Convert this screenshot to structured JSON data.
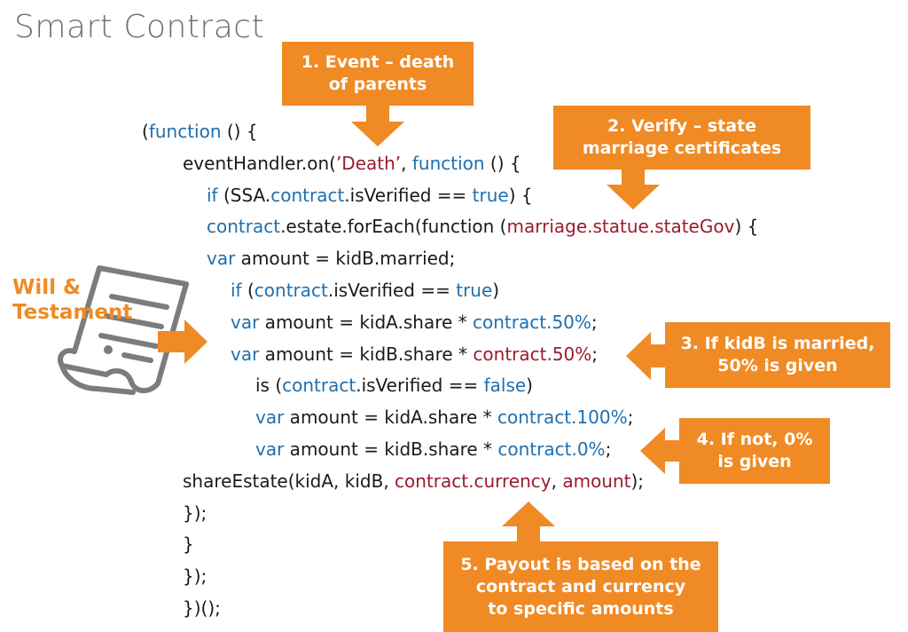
{
  "title": "Smart Contract",
  "callouts": {
    "c1": [
      "1. Event – death",
      "of parents"
    ],
    "c2": [
      "2. Verify – state",
      "marriage certificates"
    ],
    "c3": [
      "3. If kidB is married,",
      "50% is given"
    ],
    "c4": [
      "4. If not, 0%",
      "is given"
    ],
    "c5": [
      "5. Payout is based on the",
      "contract and currency",
      "to specific amounts"
    ]
  },
  "will_label": [
    "Will &",
    "Testament"
  ],
  "icons": {
    "document": "scroll-document-icon"
  },
  "colors": {
    "accent": "#f08a24",
    "keyword": "#1f6fae",
    "string": "#9b1b30",
    "title": "#6d6e70"
  },
  "code_lines": [
    [
      [
        "p",
        "("
      ],
      [
        "k",
        "function"
      ],
      [
        "p",
        " () {"
      ]
    ],
    [
      [
        "p",
        "eventHandler.on("
      ],
      [
        "s",
        "’Death’"
      ],
      [
        "p",
        ", "
      ],
      [
        "k",
        "function"
      ],
      [
        "p",
        " () {"
      ]
    ],
    [
      [
        "k",
        "if"
      ],
      [
        "p",
        " (SSA."
      ],
      [
        "k",
        "contract"
      ],
      [
        "p",
        ".isVerified == "
      ],
      [
        "k",
        "true"
      ],
      [
        "p",
        ") {"
      ]
    ],
    [
      [
        "k",
        "contract"
      ],
      [
        "p",
        ".estate.forEach(function ("
      ],
      [
        "s",
        "marriage.statue.stateGov"
      ],
      [
        "p",
        ") {"
      ]
    ],
    [
      [
        "k",
        "var"
      ],
      [
        "p",
        " amount = kidB.married;"
      ]
    ],
    [
      [
        "k",
        "if"
      ],
      [
        "p",
        " ("
      ],
      [
        "k",
        "contract"
      ],
      [
        "p",
        ".isVerified == "
      ],
      [
        "k",
        "true"
      ],
      [
        "p",
        ")"
      ]
    ],
    [
      [
        "k",
        "var"
      ],
      [
        "p",
        " amount = kidA.share * "
      ],
      [
        "k",
        "contract.50%"
      ],
      [
        "p",
        ";"
      ]
    ],
    [
      [
        "k",
        "var"
      ],
      [
        "p",
        " amount = kidB.share * "
      ],
      [
        "s",
        "contract.50%"
      ],
      [
        "p",
        ";"
      ]
    ],
    [
      [
        "p",
        "is ("
      ],
      [
        "k",
        "contract"
      ],
      [
        "p",
        ".isVerified == "
      ],
      [
        "k",
        "false"
      ],
      [
        "p",
        ")"
      ]
    ],
    [
      [
        "k",
        "var"
      ],
      [
        "p",
        " amount = kidA.share * "
      ],
      [
        "k",
        "contract.100%"
      ],
      [
        "p",
        ";"
      ]
    ],
    [
      [
        "k",
        "var"
      ],
      [
        "p",
        " amount = kidB.share * "
      ],
      [
        "k",
        "contract.0%"
      ],
      [
        "p",
        ";"
      ]
    ],
    [
      [
        "p",
        "shareEstate(kidA, kidB, "
      ],
      [
        "s",
        "contract.currency"
      ],
      [
        "p",
        ", "
      ],
      [
        "s",
        "amount"
      ],
      [
        "p",
        ");"
      ]
    ],
    [
      [
        "p",
        "});"
      ]
    ],
    [
      [
        "p",
        "}"
      ]
    ],
    [
      [
        "p",
        "});"
      ]
    ],
    [
      [
        "p",
        "})();"
      ]
    ]
  ]
}
